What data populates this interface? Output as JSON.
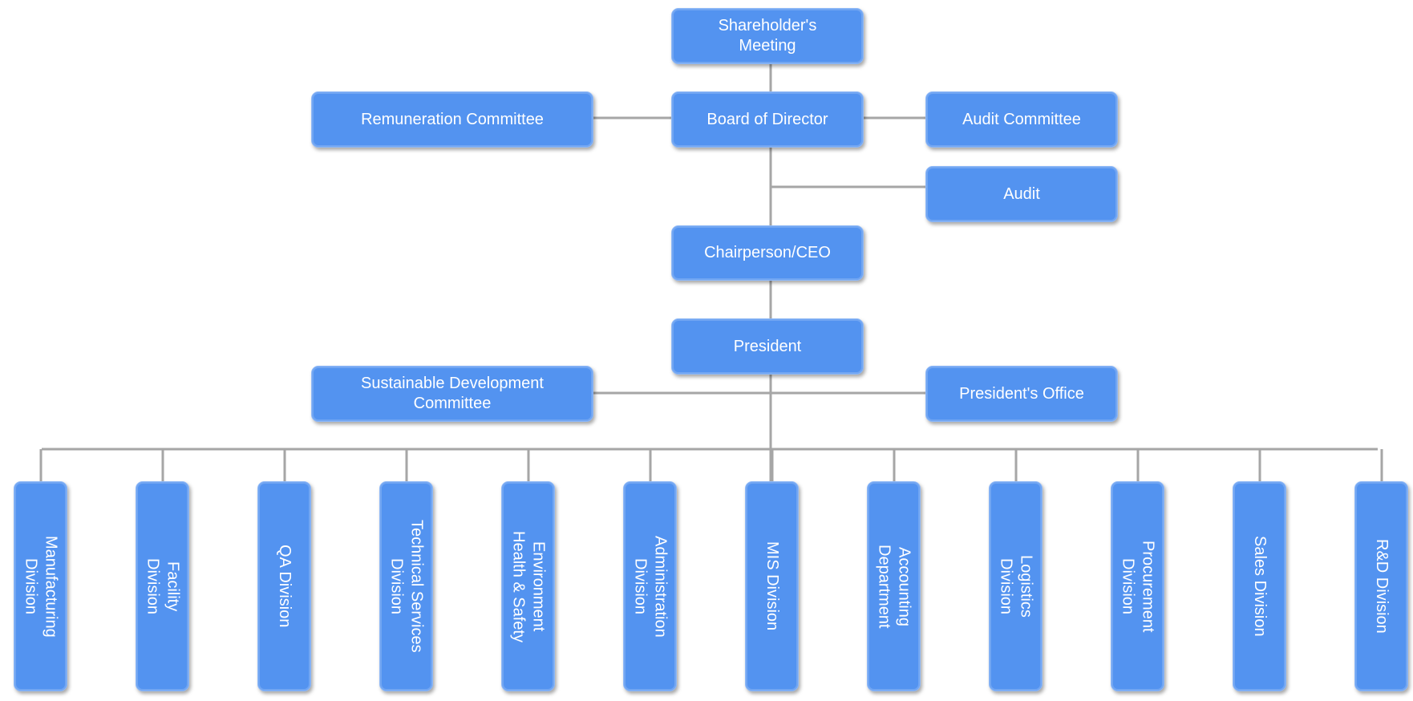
{
  "top": {
    "shareholders": "Shareholder's\nMeeting",
    "board": "Board of Director",
    "remuneration": "Remuneration Committee",
    "audit_committee": "Audit Committee",
    "audit": "Audit",
    "ceo": "Chairperson/CEO",
    "president": "President",
    "sustainable": "Sustainable Development\nCommittee",
    "presidents_office": "President's Office"
  },
  "divisions": [
    "Manufacturing\nDivision",
    "Facility\nDivision",
    "QA Division",
    "Technical Services\nDivision",
    "Environment\nHealth & Safety",
    "Administration\nDivision",
    "MIS Division",
    "Accounting\nDepartment",
    "Logistics\nDivision",
    "Procurement\nDivision",
    "Sales Division",
    "R&D Division"
  ],
  "colors": {
    "box": "#5393f0",
    "connector": "#a6a6a6",
    "text": "#ffffff"
  }
}
